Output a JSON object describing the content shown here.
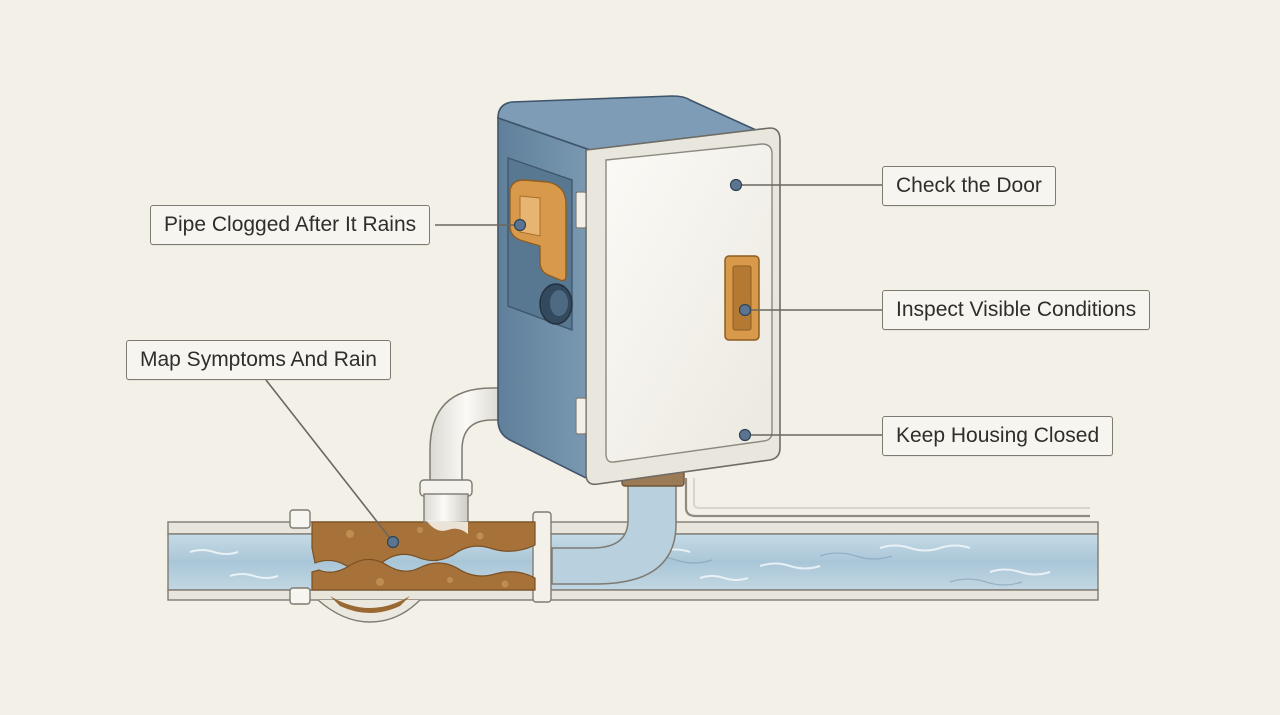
{
  "callouts": {
    "check_door": "Check the Door",
    "inspect_conditions": "Inspect Visible Conditions",
    "keep_closed": "Keep Housing Closed",
    "pipe_clogged": "Pipe Clogged After It Rains",
    "map_symptoms": "Map Symptoms And Rain"
  },
  "colors": {
    "background": "#f3f0e8",
    "housing_blue": "#6f8ea8",
    "door_white": "#f6f4ee",
    "latch_orange": "#d89a4a",
    "water": "#a9c6d8",
    "sludge": "#a6723a",
    "marker": "#5b7590"
  }
}
